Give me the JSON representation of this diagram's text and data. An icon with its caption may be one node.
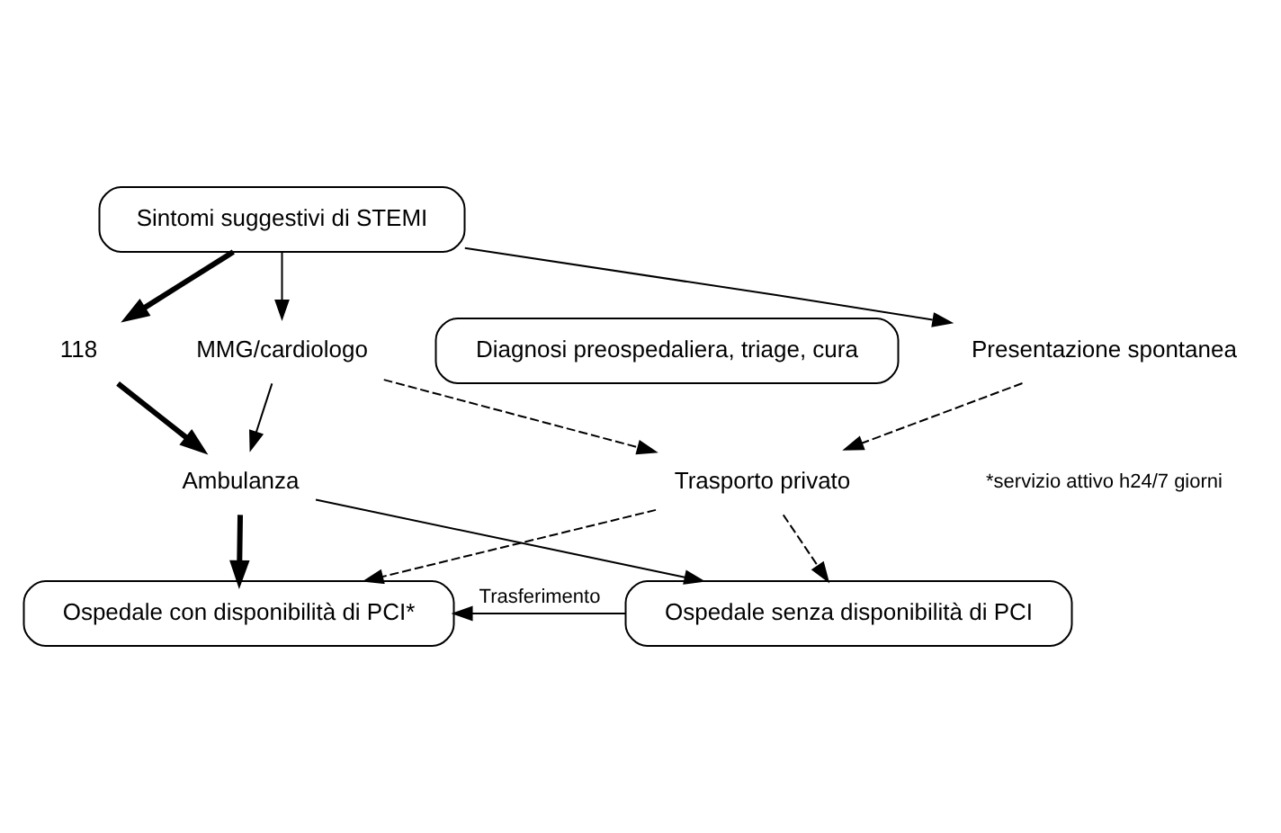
{
  "diagram": {
    "nodes": [
      {
        "text": [
          "Sintomi suggestivi di STEMI"
        ]
      },
      {
        "text": [
          "Diagnosi preospedaliera, triage, cura"
        ]
      },
      {
        "text": [
          "118"
        ]
      },
      {
        "text": [
          "MMG/cardiologo"
        ]
      },
      {
        "text": [
          "Presentazione spontanea"
        ]
      },
      {
        "text": [
          "Ambulanza"
        ]
      },
      {
        "text": [
          "Trasporto privato"
        ]
      },
      {
        "text": [
          "Ospedale con disponibilità di PCI*"
        ]
      },
      {
        "text": [
          "Ospedale senza disponibilità di PCI"
        ]
      }
    ],
    "edges": [
      {
        "from": 0,
        "to": 2,
        "arrow": "to",
        "style": "thick"
      },
      {
        "from": 0,
        "to": 3,
        "arrow": "to"
      },
      {
        "from": 0,
        "to": 4,
        "arrow": "to"
      },
      {
        "from": 2,
        "to": 5,
        "arrow": "to",
        "style": "thick"
      },
      {
        "from": 3,
        "to": 5,
        "arrow": "to"
      },
      {
        "from": 3,
        "to": 6,
        "arrow": "to",
        "style": "dashed"
      },
      {
        "from": 4,
        "to": 6,
        "arrow": "to",
        "style": "dashed"
      },
      {
        "from": 5,
        "to": 7,
        "arrow": "to",
        "style": "thick"
      },
      {
        "from": 5,
        "to": 8,
        "arrow": "to"
      },
      {
        "from": 6,
        "to": 7,
        "arrow": "to",
        "style": "dashed"
      },
      {
        "from": 6,
        "to": 8,
        "arrow": "to",
        "style": "dashed"
      },
      {
        "from": 8,
        "to": 7,
        "arrow": "to",
        "label": "Trasferimento"
      }
    ],
    "labels": [
      "*servizio attivo h24/7 giorni"
    ]
  }
}
